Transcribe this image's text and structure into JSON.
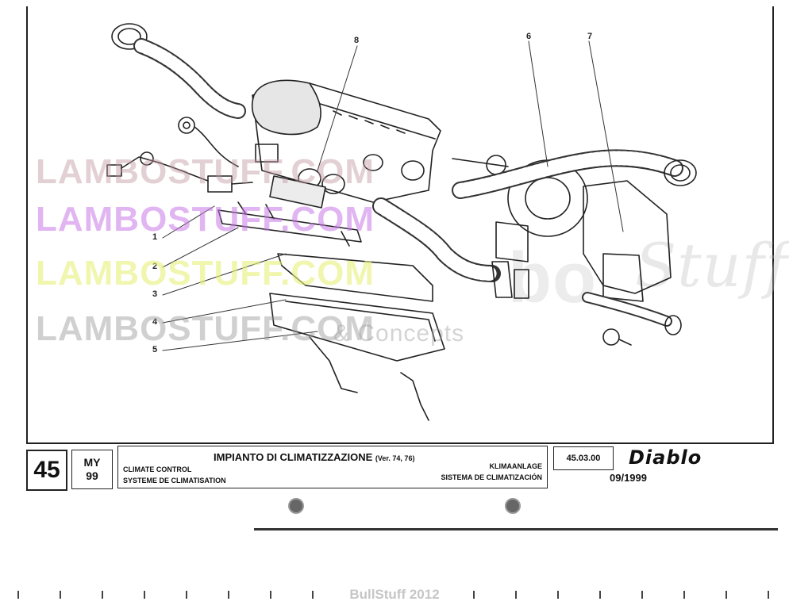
{
  "watermarks": {
    "w1": "LAMBOSTUFF.COM",
    "w2": "LAMBOSTUFF.COM",
    "w3": "LAMBOSTUFF.COM",
    "w4": "LAMBOSTUFF.COM",
    "w5": "& Concepts",
    "w6": "bo",
    "w7": "Stuff"
  },
  "callouts": [
    "1",
    "2",
    "3",
    "4",
    "5",
    "6",
    "7",
    "8"
  ],
  "title_block": {
    "group_number": "45",
    "model_year_label": "MY",
    "model_year_value": "99",
    "title_it": "IMPIANTO DI CLIMATIZZAZIONE",
    "title_variant": "(Ver. 74, 76)",
    "title_en": "CLIMATE CONTROL",
    "title_fr": "SYSTEME DE CLIMATISATION",
    "title_de": "KLIMAANLAGE",
    "title_es": "SISTEMA DE CLIMATIZACIÓN",
    "page_code": "45.03.00",
    "brand": "Diablo",
    "date": "09/1999"
  },
  "footer": "BullStuff 2012"
}
